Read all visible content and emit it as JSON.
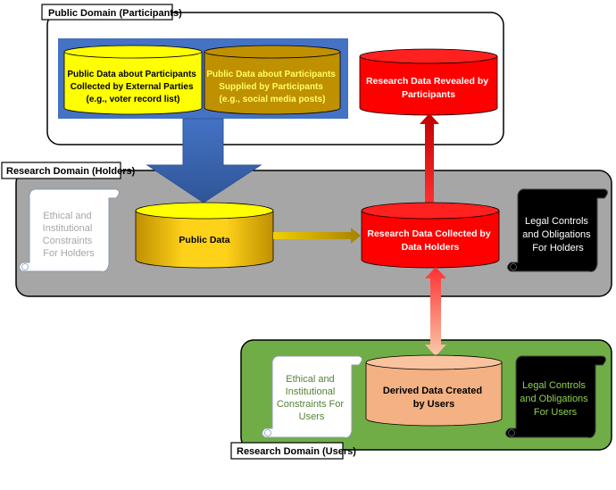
{
  "domains": {
    "public": {
      "label": "Public Domain (Participants)"
    },
    "holders": {
      "label": "Research Domain (Holders)"
    },
    "users": {
      "label": "Research Domain (Users)"
    }
  },
  "nodes": {
    "external": [
      "Public Data about Participants",
      "Collected by External Parties",
      "(e.g., voter record list)"
    ],
    "supplied": [
      "Public Data about Participants",
      "Supplied by Participants",
      "(e.g., social media posts)"
    ],
    "revealed": [
      "Research Data Revealed by",
      "Participants"
    ],
    "public_data": [
      "Public Data"
    ],
    "collected": [
      "Research Data Collected by",
      "Data Holders"
    ],
    "derived": [
      "Derived Data Created",
      "by Users"
    ]
  },
  "scrolls": {
    "holders_ethics": [
      "Ethical and",
      "Institutional",
      "Constraints",
      "For Holders"
    ],
    "holders_legal": [
      "Legal Controls",
      "and Obligations",
      "For Holders"
    ],
    "users_ethics": [
      "Ethical and",
      "Institutional",
      "Constraints For",
      "Users"
    ],
    "users_legal": [
      "Legal Controls",
      "and Obligations",
      "For Users"
    ]
  },
  "colors": {
    "public_domain_bg": "#ffffff",
    "holders_domain_bg": "#a6a6a6",
    "users_domain_bg": "#70ad47",
    "blue_box": "#4472c4",
    "yellow_cyl": "#ffff00",
    "gold_cyl": "#bf9000",
    "red_cyl": "#ff0000",
    "peach_cyl": "#f4b183",
    "users_text": "#548235",
    "legal_users_text": "#92d050"
  }
}
